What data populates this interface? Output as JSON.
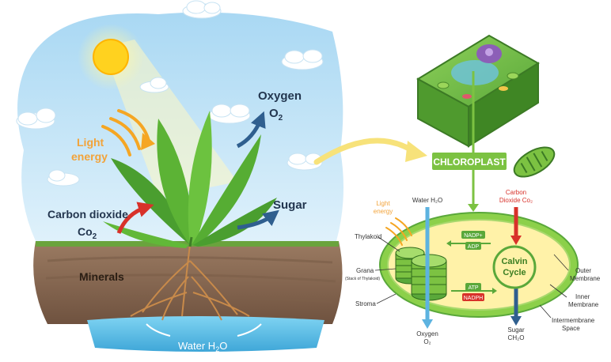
{
  "left_scene": {
    "light_energy_line1": "Light",
    "light_energy_line2": "energy",
    "oxygen_label": "Oxygen",
    "oxygen_formula": "O",
    "oxygen_sub": "2",
    "carbon_dioxide_label": "Carbon dioxide",
    "co2_formula": "Co",
    "co2_sub": "2",
    "sugar_label": "Sugar",
    "minerals_label": "Minerals",
    "water_label": "Water H",
    "water_sub": "2",
    "water_tail": "O"
  },
  "right_scene": {
    "chloroplast_banner": "CHLOROPLAST",
    "light_energy_line1": "Light",
    "light_energy_line2": "energy",
    "water_in": "Water H₂O",
    "carbon_dioxide_line1": "Carbon",
    "carbon_dioxide_line2": "Dioxide Co₂",
    "thylakoid_label": "Thylakoid",
    "grana_label": "Grana",
    "grana_note": "(Stack of Thylakoid)",
    "stroma_label": "Stroma",
    "nadp_plus": "NADP+",
    "adp": "ADP",
    "atp": "ATP",
    "nadph": "NADPH",
    "calvin_line1": "Calvin",
    "calvin_line2": "Cycle",
    "outer_membrane_line1": "Outer",
    "outer_membrane_line2": "Membrane",
    "inner_membrane_line1": "Inner",
    "inner_membrane_line2": "Membrane",
    "intermembrane_line1": "Intermembrane",
    "intermembrane_line2": "Space",
    "oxygen_out_line1": "Oxygen",
    "oxygen_out_line2": "O₂",
    "sugar_out_line1": "Sugar",
    "sugar_out_line2": "CH₂O"
  },
  "colors": {
    "sky": "#bfe3f7",
    "soil": "#8a6a52",
    "leaf": "#5cb335",
    "arrow_blue": "#2f5f8f",
    "arrow_red": "#d8312a",
    "light_text": "#f2a33a",
    "chloroplast_green": "#7cc242",
    "stroma_yellow": "#fff2a8"
  }
}
